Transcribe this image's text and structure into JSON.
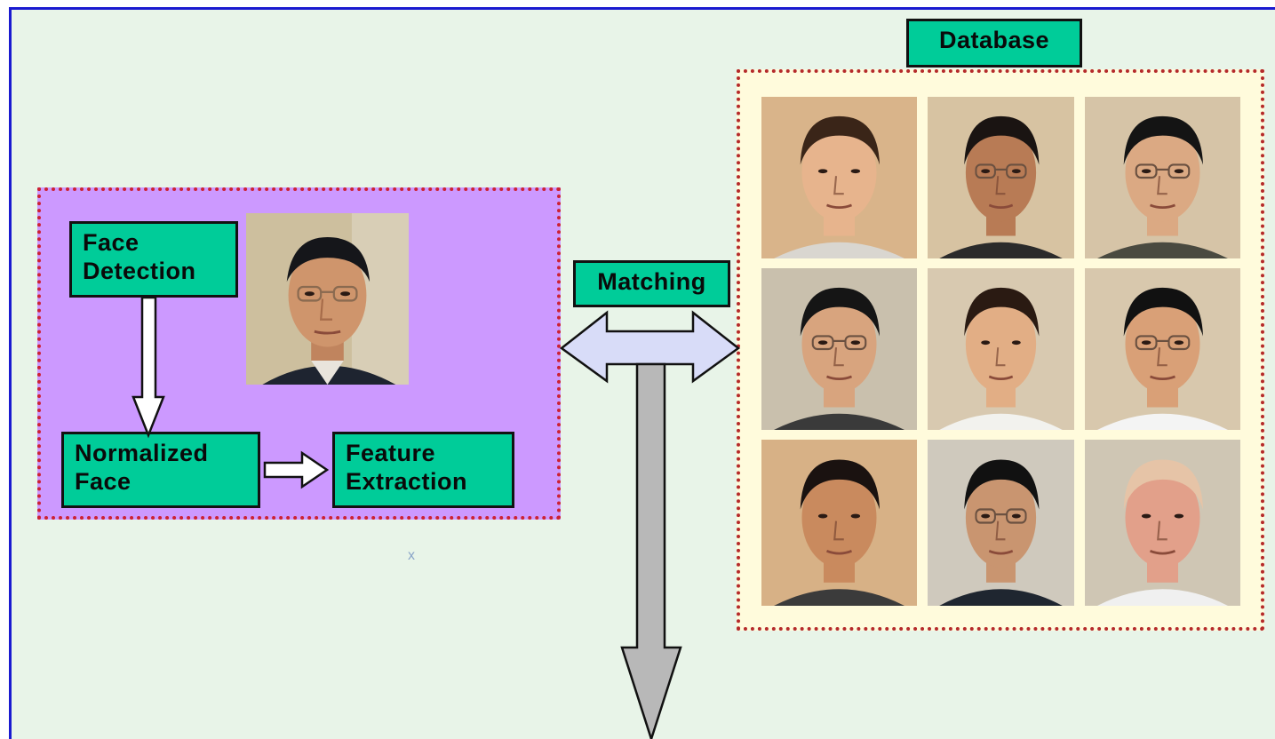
{
  "diagram": {
    "database_label": "Database",
    "matching_label": "Matching",
    "face_detection_label": [
      "Face",
      "Detection"
    ],
    "normalized_face_label": [
      "Normalized",
      "Face"
    ],
    "feature_extraction_label": [
      "Feature",
      "Extraction"
    ],
    "stray_mark": "x"
  },
  "colors": {
    "label_fill": "#00cc99",
    "pipeline_panel_fill": "#cc99ff",
    "database_panel_fill": "#fffbdc",
    "panel_border": "#b52a2a",
    "matching_arrow_fill": "#d8dcf8",
    "output_arrow_fill": "#b8b8b8"
  },
  "icons": {
    "query_face": "face-photo-icon",
    "database_faces": [
      "face-photo-icon",
      "face-photo-icon",
      "face-photo-icon",
      "face-photo-icon",
      "face-photo-icon",
      "face-photo-icon",
      "face-photo-icon",
      "face-photo-icon",
      "face-photo-icon"
    ]
  }
}
